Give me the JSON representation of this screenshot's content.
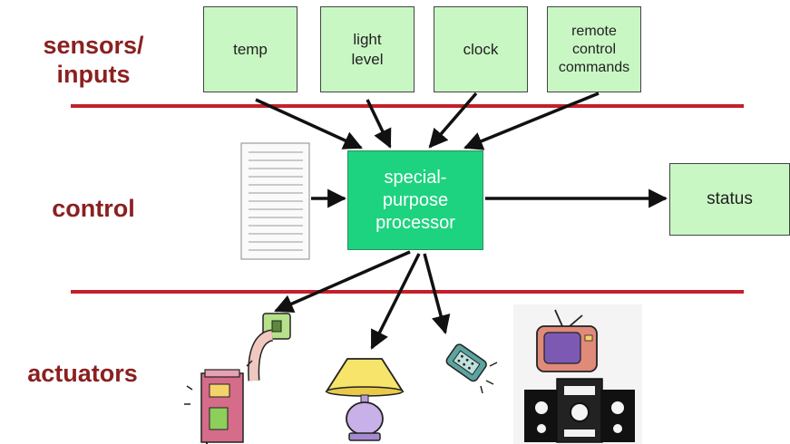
{
  "layers": {
    "inputs": "sensors/\ninputs",
    "control": "control",
    "actuators": "actuators"
  },
  "sensors": [
    {
      "id": "temp",
      "label": "temp"
    },
    {
      "id": "light-level",
      "label": "light\nlevel"
    },
    {
      "id": "clock",
      "label": "clock"
    },
    {
      "id": "remote-control-commands",
      "label": "remote\ncontrol\ncommands"
    }
  ],
  "processor": {
    "label": "special-\npurpose\nprocessor"
  },
  "status": {
    "label": "status"
  },
  "actuators": [
    {
      "id": "heater",
      "icon": "heater-icon"
    },
    {
      "id": "lamp",
      "icon": "lamp-icon"
    },
    {
      "id": "phone",
      "icon": "phone-icon"
    },
    {
      "id": "tv-stereo",
      "icon": "tv-stereo-icon"
    }
  ],
  "colors": {
    "layer_text": "#8b2020",
    "divider": "#c4202a",
    "sensor_fill": "#c9f7c4",
    "processor_fill": "#1ed37f"
  }
}
